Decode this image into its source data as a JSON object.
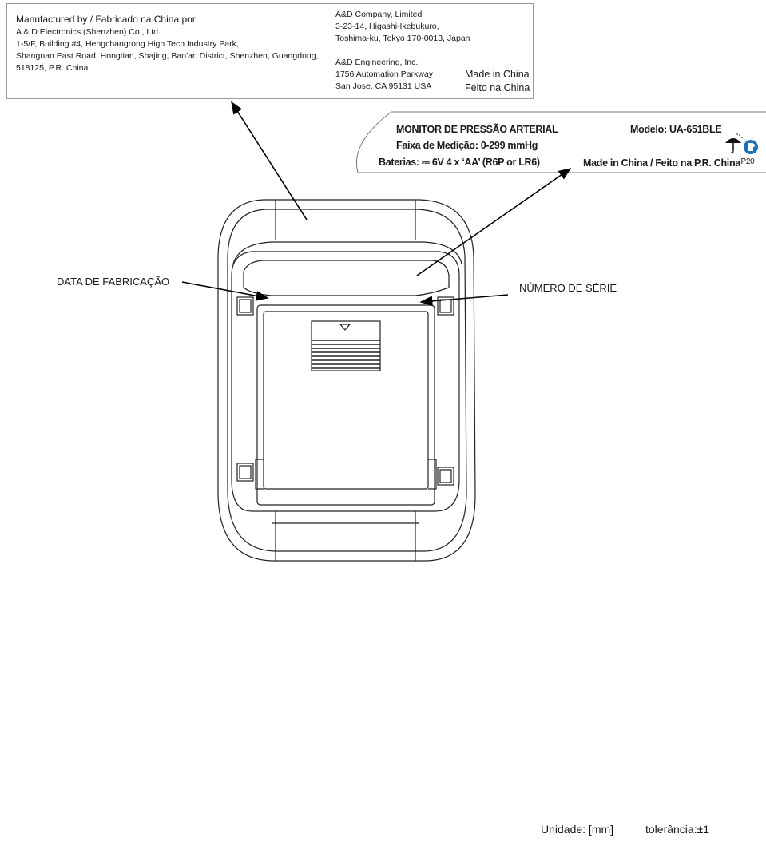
{
  "manufacturer_label": {
    "left_lines": [
      "Manufactured by / Fabricado na China por",
      "A & D Electronics (Shenzhen) Co., Ltd.",
      "1-5/F, Building #4, Hengchangrong High Tech Industry Park,",
      "Shangnan East Road, Hongtian, Shajing, Bao'an District, Shenzhen, Guangdong,",
      "518125, P.R. China"
    ],
    "jp_company": [
      "A&D Company, Limited",
      "3-23-14, Higashi-Ikebukuro,",
      "Toshima-ku, Tokyo 170-0013, Japan"
    ],
    "us_company": [
      "A&D Engineering, Inc.",
      "1756 Automation Parkway",
      "San Jose, CA 95131 USA"
    ],
    "made_in": [
      "Made in China",
      "Feito na China"
    ]
  },
  "product_label": {
    "title": "MONITOR DE PRESSÃO ARTERIAL",
    "model": "Modelo: UA-651BLE",
    "range": "Faixa de Medição: 0-299 mmHg",
    "batteries": "Baterias:  ⎓ 6V 4 x ‘AA’ (R6P or LR6)",
    "made_in": "Made in China / Feito na P.R. China",
    "ip_rating": "IP20",
    "icons": [
      "umbrella-icon",
      "manual-icon"
    ]
  },
  "callouts": {
    "manufacture_date": "DATA DE FABRICAÇÃO",
    "serial_number": "NÚMERO DE SÉRIE"
  },
  "footer": {
    "unit": "Unidade: [mm]",
    "tolerance": "tolerância:±1"
  }
}
